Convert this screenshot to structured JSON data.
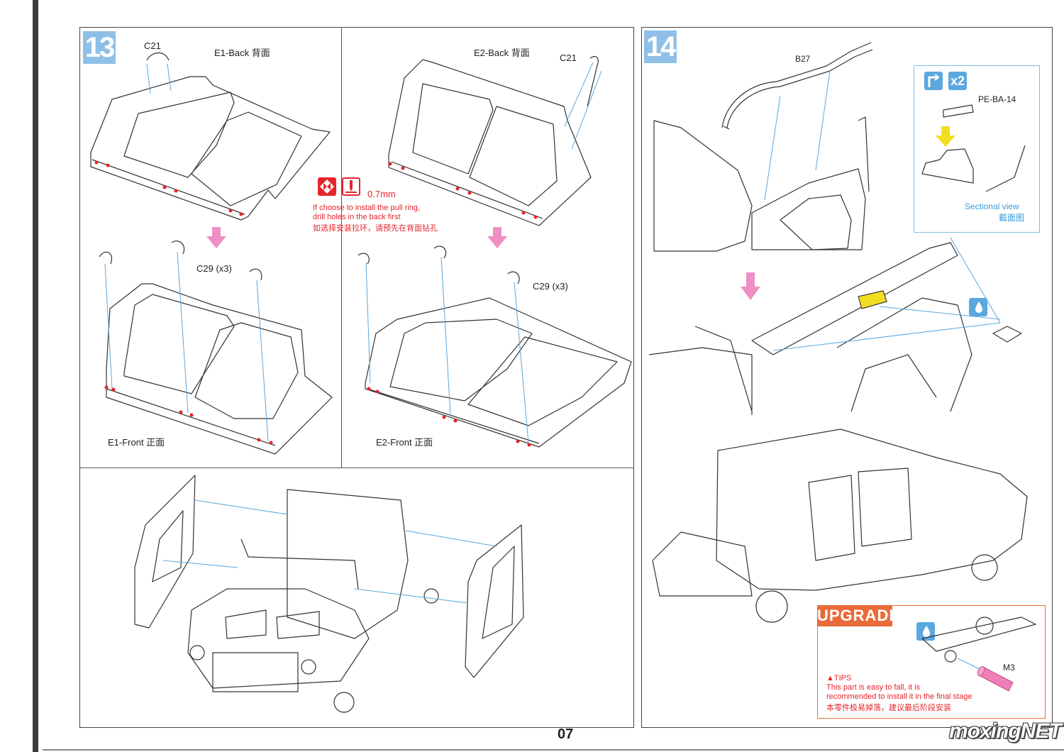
{
  "page_number": "07",
  "watermark": "moxingNET",
  "step13": {
    "number": "13",
    "e1_back": "E1-Back 背面",
    "e2_back": "E2-Back 背面",
    "c21_left": "C21",
    "c21_right": "C21",
    "drill": {
      "size": "0.7mm",
      "note_line1": "If choose to install the pull ring,",
      "note_line2": "drill holes in the back first",
      "note_cn": "如选择安装拉环，请预先在背面钻孔"
    },
    "c29_left": "C29 (x3)",
    "c29_right": "C29 (x3)",
    "e1_front": "E1-Front 正面",
    "e2_front": "E2-Front 正面"
  },
  "step14": {
    "number": "14",
    "b27": "B27",
    "sectional": {
      "multiplier": "x2",
      "part": "PE-BA-14",
      "label": "Sectional view",
      "label_cn": "截面图"
    },
    "upgrade": {
      "title": "UPGRADE",
      "part": "M3",
      "tips_title": "▲TIPS",
      "tips_line1": "This part is easy to fall, it is",
      "tips_line2": "recommended to install it in the final stage",
      "tips_cn": "本零件极易掉落，建议最后阶段安装"
    }
  },
  "colors": {
    "step_badge": "#8fbfe6",
    "arrow_pink": "#ef8fc6",
    "guide_blue": "#5aa8de",
    "drill_red": "#e5242b",
    "upgrade_orange": "#ea6b3a",
    "pe_yellow": "#f3dd22",
    "m3_pink": "#ef7fb8"
  }
}
